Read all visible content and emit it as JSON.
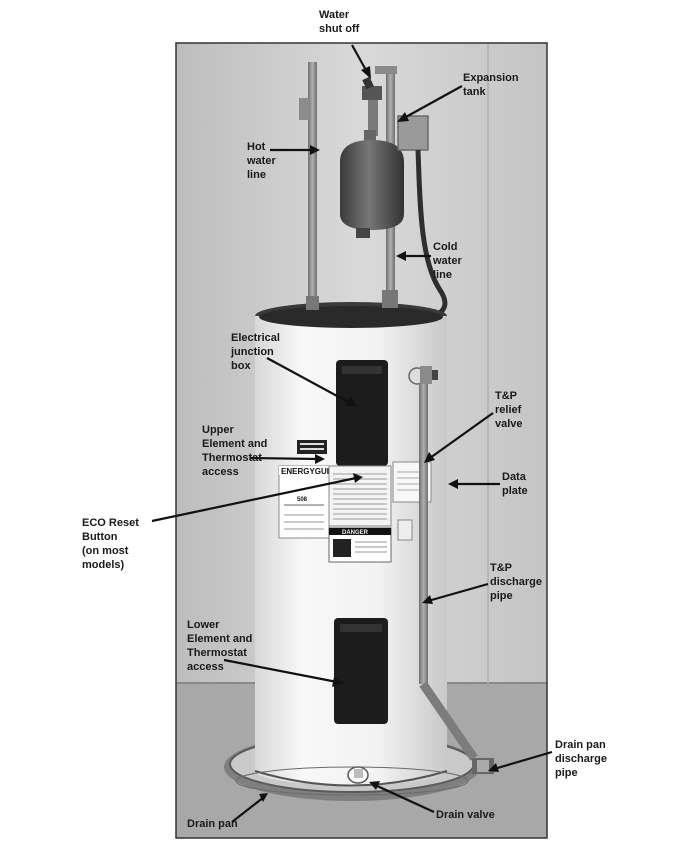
{
  "figure": {
    "labels": {
      "water_shut_off": "Water\nshut off",
      "expansion_tank": "Expansion\ntank",
      "hot_water_line": "Hot\nwater\nline",
      "cold_water_line": "Cold\nwater\nline",
      "electrical_junction_box": "Electrical\njunction\nbox",
      "tp_relief_valve": "T&P\nrelief\nvalve",
      "upper_element": "Upper\nElement and\nThermostat\naccess",
      "data_plate": "Data\nplate",
      "eco_reset": "ECO Reset\nButton\n(on most\nmodels)",
      "tp_discharge_pipe": "T&P\ndischarge\npipe",
      "lower_element": "Lower\nElement and\nThermostat\naccess",
      "drain_pan_discharge_pipe": "Drain pan\ndischarge\npipe",
      "drain_pan": "Drain pan",
      "drain_valve": "Drain valve"
    },
    "heater_labels": {
      "energyguide": "ENERGYGUIDE",
      "energyguide_value": "508",
      "danger": "DANGER"
    },
    "colors": {
      "wall": "#cfcfcf",
      "floor": "#9a9a9a",
      "tank": "#f2f2f2",
      "metal": "#8f8f8f",
      "dark_panel": "#1c1c1c",
      "expansion_tank": "#5a5a5a"
    }
  }
}
